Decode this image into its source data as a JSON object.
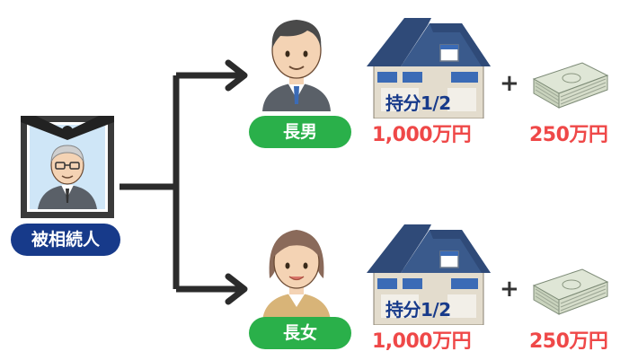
{
  "deceased": {
    "label": "被相続人"
  },
  "heirs": [
    {
      "label": "長男",
      "share": "持分1/2",
      "property_value": "1,000万円",
      "cash_value": "250万円"
    },
    {
      "label": "長女",
      "share": "持分1/2",
      "property_value": "1,000万円",
      "cash_value": "250万円"
    }
  ],
  "plus_sign": "+",
  "colors": {
    "label_green": "#2ab04a",
    "label_navy": "#173a8a",
    "amount_red": "#ef4848",
    "share_blue": "#173a8a",
    "arrow": "#2b2b2b"
  },
  "icons": [
    "memorial-portrait-icon",
    "man-icon",
    "woman-icon",
    "house-icon",
    "cash-bundle-icon",
    "arrow-icon"
  ]
}
